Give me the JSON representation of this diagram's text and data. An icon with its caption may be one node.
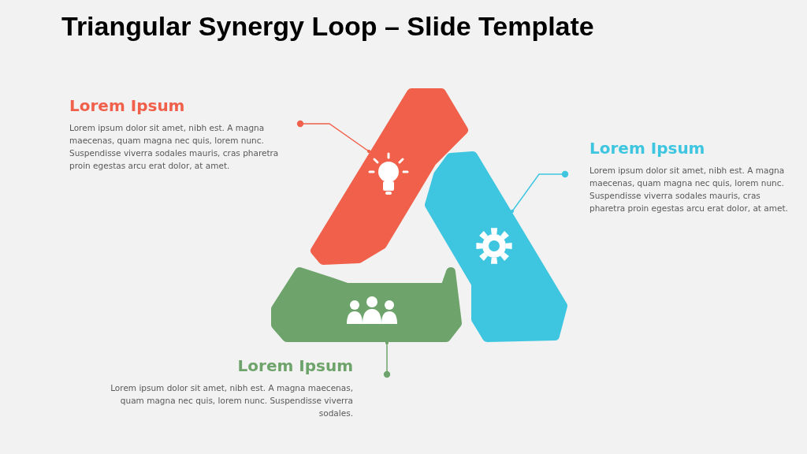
{
  "diagram": {
    "title": "Triangular Synergy Loop – Slide Template",
    "nodes": [
      {
        "text": [],
        "shape": "bar"
      },
      {
        "text": [],
        "shape": "bar"
      },
      {
        "text": [],
        "shape": "bar"
      },
      {
        "text": [
          "Lorem Ipsum",
          "Lorem ipsum dolor sit amet, nibh est. A magna maecenas, quam magna nec quis, lorem nunc. Suspendisse viverra sodales mauris, cras pharetra proin egestas arcu erat dolor, at amet."
        ]
      },
      {
        "text": [
          "Lorem Ipsum",
          "Lorem ipsum dolor sit amet, nibh est. A magna maecenas, quam magna nec quis, lorem nunc. Suspendisse viverra sodales mauris, cras pharetra proin egestas arcu erat dolor, at amet."
        ]
      },
      {
        "text": [
          "Lorem Ipsum",
          "Lorem ipsum dolor sit amet, nibh est. A magna maecenas, quam magna nec quis, lorem nunc. Suspendisse viverra sodales."
        ]
      }
    ],
    "edges": [
      {
        "from": 3,
        "to": 0,
        "arrow": "other",
        "color": "#f0604a"
      },
      {
        "from": 4,
        "to": 1,
        "arrow": "other",
        "color": "#3ec6e0"
      },
      {
        "from": 5,
        "to": 2,
        "arrow": "other",
        "color": "#6ea46b"
      }
    ]
  }
}
